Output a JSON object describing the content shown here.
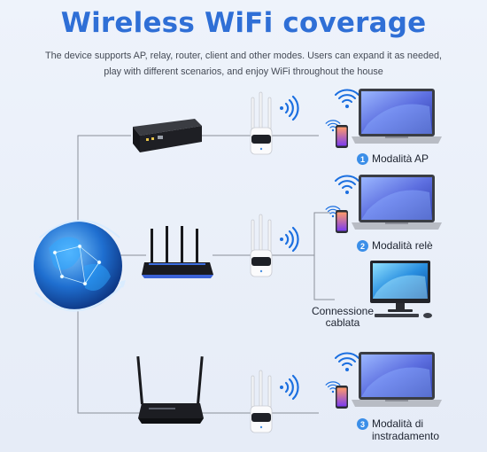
{
  "header": {
    "title": "Wireless WiFi coverage",
    "subtitle": "The device supports AP, relay, router, client and other modes. Users can expand it as needed, play with different scenarios, and enjoy WiFi throughout the house"
  },
  "modes": [
    {
      "number": "1",
      "label": "Modalità AP"
    },
    {
      "number": "2",
      "label": "Modalità relè"
    },
    {
      "number": "3",
      "label": "Modalità di instradamento"
    }
  ],
  "wired": {
    "label": "Connessione cablata"
  },
  "colors": {
    "title": "#2f6fd6",
    "wifi": "#1b6fe0",
    "badge": "#3b8ee8",
    "line": "#8a8f99"
  },
  "icons": [
    "globe-icon",
    "wifi-icon",
    "laptop-icon",
    "phone-icon",
    "monitor-icon",
    "router-icon",
    "repeater-icon"
  ]
}
